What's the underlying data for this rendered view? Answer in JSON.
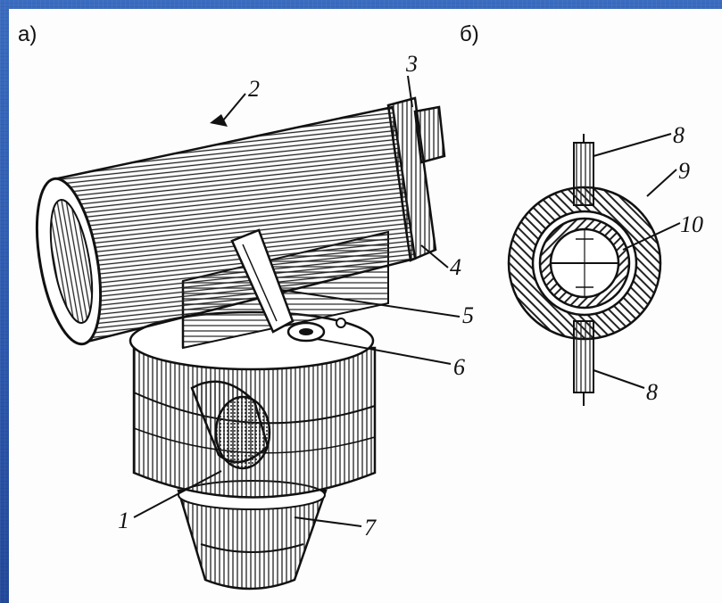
{
  "figure": {
    "section_a": "а)",
    "section_b": "б)"
  },
  "labels": {
    "l1": "1",
    "l2": "2",
    "l3": "3",
    "l4": "4",
    "l5": "5",
    "l6": "6",
    "l7": "7",
    "l8_top": "8",
    "l8_bottom": "8",
    "l9": "9",
    "l10": "10"
  },
  "colors": {
    "background": "#2f5fb4",
    "panel": "#fdfdfd",
    "ink": "#111111"
  }
}
